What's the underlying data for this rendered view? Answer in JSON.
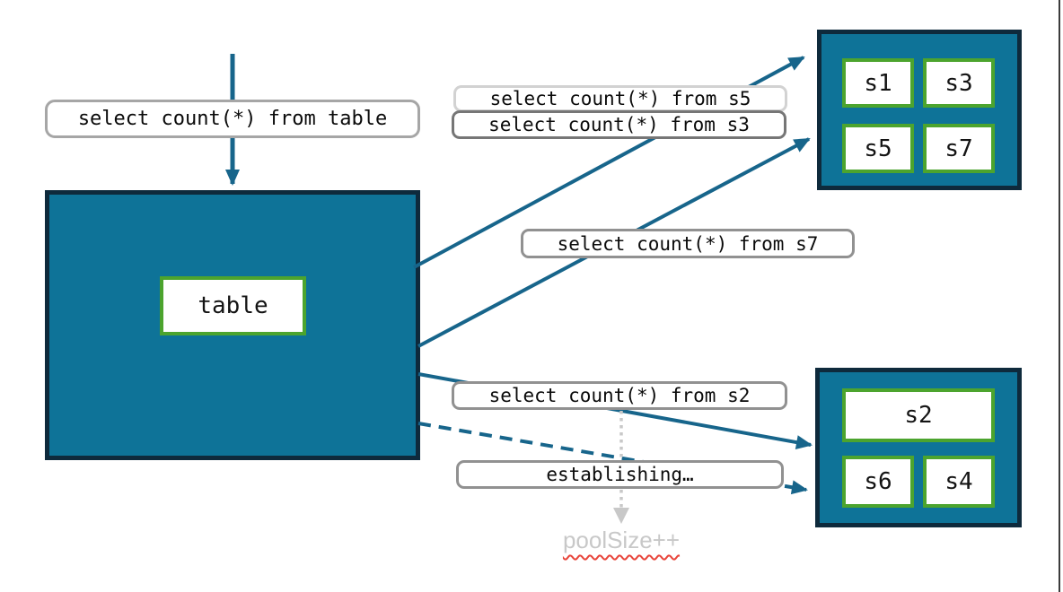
{
  "diagram": {
    "queries": {
      "table": "select count(*) from table",
      "s5": "select count(*) from s5",
      "s3": "select count(*) from s3",
      "s7": "select count(*) from s7",
      "s2": "select count(*) from s2",
      "establishing": "establishing…",
      "pool_size": "poolSize++"
    },
    "table_node": {
      "label": "table"
    },
    "shard_group_top": {
      "shards": [
        "s1",
        "s3",
        "s5",
        "s7"
      ]
    },
    "shard_group_bottom": {
      "shards": [
        "s2",
        "s6",
        "s4"
      ]
    },
    "colors": {
      "node_fill": "#0E7398",
      "node_border": "#0E2A3C",
      "shard_border": "#4CA42E",
      "arrow": "#17658B",
      "label_border": "#919191",
      "label_border_light": "#D2D2D2",
      "label_border_dark": "#767676",
      "muted_gray": "#C8C8C8",
      "squiggle_red": "#E8443A"
    }
  }
}
